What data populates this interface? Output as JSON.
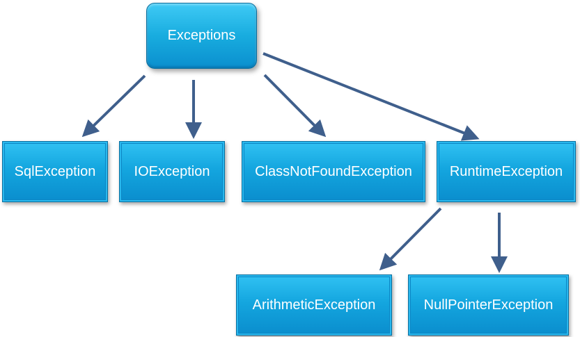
{
  "diagram": {
    "root": "Exceptions",
    "level1": [
      "SqlException",
      "IOException",
      "ClassNotFoundException",
      "RuntimeException"
    ],
    "level2": [
      "ArithmeticException",
      "NullPointerException"
    ],
    "colors": {
      "box_fill": "#14a6df",
      "box_border": "#0a6f9e",
      "text": "#ffffff",
      "arrow": "#3f5f8c"
    }
  }
}
